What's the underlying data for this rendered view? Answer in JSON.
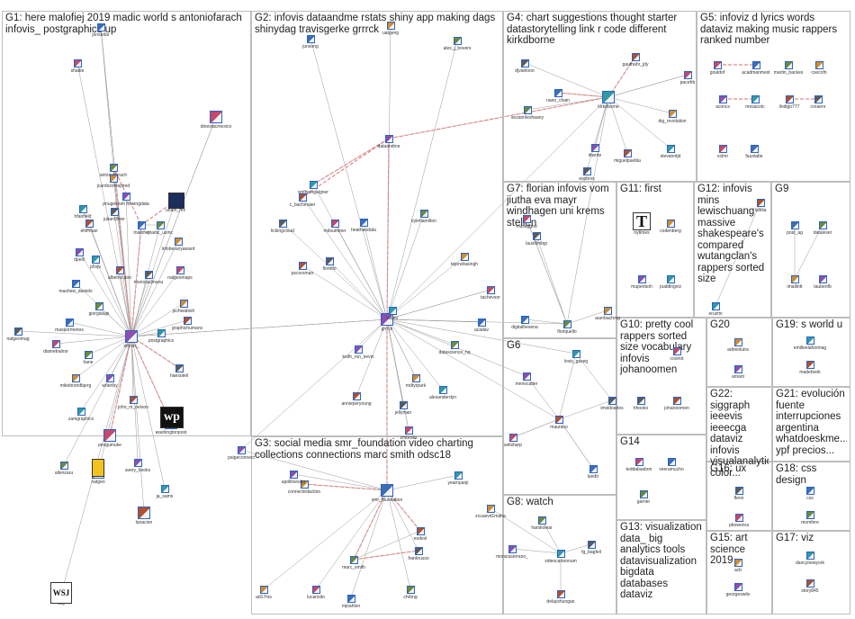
{
  "groups": [
    {
      "id": "G1",
      "label": "G1: here malofiej 2019 madic world s antoniofarach infovis_ postgraphics up"
    },
    {
      "id": "G2",
      "label": "G2: infovis dataandme rstats shiny app making dags shinydag travisgerke grrrck"
    },
    {
      "id": "G3",
      "label": "G3: social media smr_foundation video charting collections connections marc smith odsc18"
    },
    {
      "id": "G4",
      "label": "G4: chart suggestions thought starter datastorytelling link r code different kirkdborne"
    },
    {
      "id": "G5",
      "label": "G5: infoviz d lyrics words dataviz making music rappers ranked number"
    },
    {
      "id": "G6",
      "label": "G6"
    },
    {
      "id": "G7",
      "label": "G7: florian infovis vom jiutha eva mayr windhagen uni krems stellen"
    },
    {
      "id": "G8",
      "label": "G8: watch"
    },
    {
      "id": "G9",
      "label": "G9"
    },
    {
      "id": "G10",
      "label": "G10: pretty cool rappers sorted size vocabulary infovis johanoomen"
    },
    {
      "id": "G11",
      "label": "G11: first"
    },
    {
      "id": "G12",
      "label": "G12: infovis mins lewischuang massive shakespeare's compared wutangclan's rappers sorted size"
    },
    {
      "id": "G13",
      "label": "G13: visualization data_ big analytics tools datavisualization bigdata databases dataviz"
    },
    {
      "id": "G14",
      "label": "G14"
    },
    {
      "id": "G15",
      "label": "G15: art science 2019"
    },
    {
      "id": "G16",
      "label": "G16: ux"
    },
    {
      "id": "G17",
      "label": "G17: viz"
    },
    {
      "id": "G18",
      "label": "G18: css design"
    },
    {
      "id": "G19",
      "label": "G19: s world u"
    },
    {
      "id": "G20",
      "label": "G20"
    },
    {
      "id": "G21",
      "label": "G21: evolución fuente interrupciones argentina whatdoeskme... ypf precios..."
    },
    {
      "id": "G22",
      "label": "G22: siggraph ieeevis ieeecga dataviz infovis visualanalytics color..."
    }
  ],
  "nodes": [
    {
      "label": "shaibe",
      "group": "G1"
    },
    {
      "label": "jonsedar",
      "group": "G1"
    },
    {
      "label": "antoniofarach",
      "group": "G1"
    },
    {
      "label": "jcardozoinspired",
      "group": "G1"
    },
    {
      "label": "pnugelmeh flowingdata",
      "group": "G1"
    },
    {
      "label": "hfairfield",
      "group": "G1"
    },
    {
      "label": "ehiffman",
      "group": "G1"
    },
    {
      "label": "julian0liver",
      "group": "G1"
    },
    {
      "label": "unam_mx",
      "group": "G1"
    },
    {
      "label": "malofiej",
      "group": "G1"
    },
    {
      "label": "madic_usmc",
      "group": "G1"
    },
    {
      "label": "infobesuryaward",
      "group": "G1"
    },
    {
      "label": "dpeill",
      "group": "G1"
    },
    {
      "label": "p5vjs",
      "group": "G1"
    },
    {
      "label": "albertocairo",
      "group": "G1"
    },
    {
      "label": "monicaulmanu",
      "group": "G1"
    },
    {
      "label": "natgeomaps",
      "group": "G1"
    },
    {
      "label": "mashew_daniels",
      "group": "G1"
    },
    {
      "label": "giorgialupi",
      "group": "G1"
    },
    {
      "label": "jschwabish",
      "group": "G1"
    },
    {
      "label": "infovis_",
      "group": "G1"
    },
    {
      "label": "postgraphics",
      "group": "G1"
    },
    {
      "label": "graphichumans",
      "group": "G1"
    },
    {
      "label": "natgeomag",
      "group": "G1"
    },
    {
      "label": "diametralnor",
      "group": "G1"
    },
    {
      "label": "maspormenos",
      "group": "G1"
    },
    {
      "label": "hane",
      "group": "G1"
    },
    {
      "label": "mikebrondbjerg",
      "group": "G1"
    },
    {
      "label": "wheriby",
      "group": "G1"
    },
    {
      "label": "zamgraphics",
      "group": "G1"
    },
    {
      "label": "john_m_nelson",
      "group": "G1"
    },
    {
      "label": "haesoteli",
      "group": "G1"
    },
    {
      "label": "penguinuke",
      "group": "G1"
    },
    {
      "label": "washingtonpost",
      "group": "G1"
    },
    {
      "label": "allenzaru",
      "group": "G1"
    },
    {
      "label": "natgeo",
      "group": "G1"
    },
    {
      "label": "avery_books",
      "group": "G1"
    },
    {
      "label": "ja_sams",
      "group": "G1"
    },
    {
      "label": "lanacion",
      "group": "G1"
    },
    {
      "label": "wsj",
      "group": "G1"
    },
    {
      "label": "dinestacmexico",
      "group": "G1"
    },
    {
      "label": "junsong",
      "group": "G2"
    },
    {
      "label": "alex_j_bovers",
      "group": "G2"
    },
    {
      "label": "uatgeng",
      "group": "G2"
    },
    {
      "label": "dataandme",
      "group": "G2"
    },
    {
      "label": "wolfgangaigner",
      "group": "G2"
    },
    {
      "label": "c_bachmaier",
      "group": "G2"
    },
    {
      "label": "lickingcloud",
      "group": "G2"
    },
    {
      "label": "mdsummer",
      "group": "G2"
    },
    {
      "label": "heathandata",
      "group": "G2"
    },
    {
      "label": "kylehamilton",
      "group": "G2"
    },
    {
      "label": "tejendrasingh",
      "group": "G2"
    },
    {
      "label": "grrrck",
      "group": "G2"
    },
    {
      "label": "rstats",
      "group": "G2"
    },
    {
      "label": "pscorsman",
      "group": "G2"
    },
    {
      "label": "floreflo",
      "group": "G2"
    },
    {
      "label": "tachevsor",
      "group": "G2"
    },
    {
      "label": "acadav",
      "group": "G2"
    },
    {
      "label": "datascience_hq",
      "group": "G2"
    },
    {
      "label": "mdtyrpark",
      "group": "G2"
    },
    {
      "label": "keith_ron_kevin",
      "group": "G2"
    },
    {
      "label": "alexanderdyn",
      "group": "G2"
    },
    {
      "label": "annieperyoung",
      "group": "G2"
    },
    {
      "label": "jellyman",
      "group": "G2"
    },
    {
      "label": "zmbroks",
      "group": "G2"
    },
    {
      "label": "smr_foundation",
      "group": "G3"
    },
    {
      "label": "marc_smith",
      "group": "G3"
    },
    {
      "label": "connectedaction",
      "group": "G3"
    },
    {
      "label": "apollinesdju",
      "group": "G3"
    },
    {
      "label": "yearnpanji",
      "group": "G3"
    },
    {
      "label": "nodexl",
      "group": "G3"
    },
    {
      "label": "frankrusso",
      "group": "G3"
    },
    {
      "label": "lucarisito",
      "group": "G3"
    },
    {
      "label": "mjoahlon",
      "group": "G3"
    },
    {
      "label": "chrbng",
      "group": "G3"
    },
    {
      "label": "ad17ms",
      "group": "G3"
    },
    {
      "label": "paigeconnect",
      "group": "G3"
    },
    {
      "label": "kirkdborne",
      "group": "G4"
    },
    {
      "label": "gauthahr_jdy",
      "group": "G4"
    },
    {
      "label": "djvanlooo",
      "group": "G4"
    },
    {
      "label": "pacefrb",
      "group": "G4"
    },
    {
      "label": "nano_chain",
      "group": "G4"
    },
    {
      "label": "sezanrileshaany",
      "group": "G4"
    },
    {
      "label": "dig_revolution",
      "group": "G4"
    },
    {
      "label": "ittwrite",
      "group": "G4"
    },
    {
      "label": "stevanntjd",
      "group": "G4"
    },
    {
      "label": "miguelpuebla",
      "group": "G4"
    },
    {
      "label": "espbrvs",
      "group": "G4"
    },
    {
      "label": "gouldof",
      "group": "G5"
    },
    {
      "label": "acadmanmest",
      "group": "G5"
    },
    {
      "label": "martin_backes",
      "group": "G5"
    },
    {
      "label": "csecofn",
      "group": "G5"
    },
    {
      "label": "aconcs",
      "group": "G5"
    },
    {
      "label": "mesacotc",
      "group": "G5"
    },
    {
      "label": "lindigo777",
      "group": "G5"
    },
    {
      "label": "coraenr",
      "group": "G5"
    },
    {
      "label": "colmr",
      "group": "G5"
    },
    {
      "label": "fauxtabe",
      "group": "G5"
    },
    {
      "label": "nytimes",
      "group": "G11"
    },
    {
      "label": "codenberg",
      "group": "G11"
    },
    {
      "label": "mupenboh",
      "group": "G11"
    },
    {
      "label": "puddingviz",
      "group": "G11"
    },
    {
      "label": "johanoomen",
      "group": "G10"
    },
    {
      "label": "hhooko",
      "group": "G10"
    },
    {
      "label": "coolrot",
      "group": "G10"
    },
    {
      "label": "post_ag",
      "group": "G9"
    },
    {
      "label": "dataleser",
      "group": "G9"
    },
    {
      "label": "imallintt",
      "group": "G9"
    },
    {
      "label": "taubenfb",
      "group": "G9"
    },
    {
      "label": "eruzmi",
      "group": "G12"
    },
    {
      "label": "lulhila",
      "group": "G12"
    },
    {
      "label": "lausfilmbgi",
      "group": "G7"
    },
    {
      "label": "musaggoo",
      "group": "G7"
    },
    {
      "label": "digitalhesena",
      "group": "G7"
    },
    {
      "label": "floriquello",
      "group": "G7"
    },
    {
      "label": "auerbachmg",
      "group": "G7"
    },
    {
      "label": "menocatter",
      "group": "G6"
    },
    {
      "label": "lovis_gaseg",
      "group": "G6"
    },
    {
      "label": "mauraco",
      "group": "G6"
    },
    {
      "label": "imvidoarles",
      "group": "G6"
    },
    {
      "label": "sellsharp",
      "group": "G6"
    },
    {
      "label": "landtr",
      "group": "G6"
    },
    {
      "label": "harskolear",
      "group": "G8"
    },
    {
      "label": "zcuasvd1maha",
      "group": "G8"
    },
    {
      "label": "monicaserrano_",
      "group": "G8"
    },
    {
      "label": "videocartoonum",
      "group": "G8"
    },
    {
      "label": "delayshungan",
      "group": "G8"
    },
    {
      "label": "fg_bagfell",
      "group": "G8"
    },
    {
      "label": "teddabasbon",
      "group": "G14"
    },
    {
      "label": "veeramucho",
      "group": "G14"
    },
    {
      "label": "garner",
      "group": "G14"
    },
    {
      "label": "adrieolutra",
      "group": "G20"
    },
    {
      "label": "amant",
      "group": "G20"
    },
    {
      "label": "emilleelafonmag",
      "group": "G19"
    },
    {
      "label": "madebook",
      "group": "G19"
    },
    {
      "label": "flenn",
      "group": "G16"
    },
    {
      "label": "pbowenra",
      "group": "G16"
    },
    {
      "label": "css",
      "group": "G18"
    },
    {
      "label": "momfere",
      "group": "G18"
    },
    {
      "label": "acb",
      "group": "G15"
    },
    {
      "label": "georgeswilo",
      "group": "G15"
    },
    {
      "label": "dancynewyork",
      "group": "G17"
    },
    {
      "label": "story845",
      "group": "G17"
    }
  ]
}
